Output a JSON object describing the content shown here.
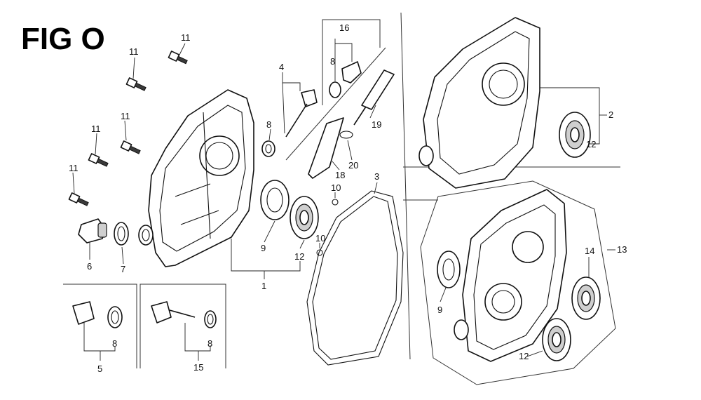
{
  "figure": {
    "title": "FIG O",
    "callouts": [
      "11",
      "11",
      "11",
      "11",
      "11",
      "4",
      "8",
      "16",
      "8",
      "19",
      "18",
      "20",
      "10",
      "10",
      "3",
      "6",
      "7",
      "9",
      "12",
      "1",
      "5",
      "8",
      "15",
      "8",
      "2",
      "12",
      "13",
      "14",
      "9",
      "12"
    ]
  }
}
